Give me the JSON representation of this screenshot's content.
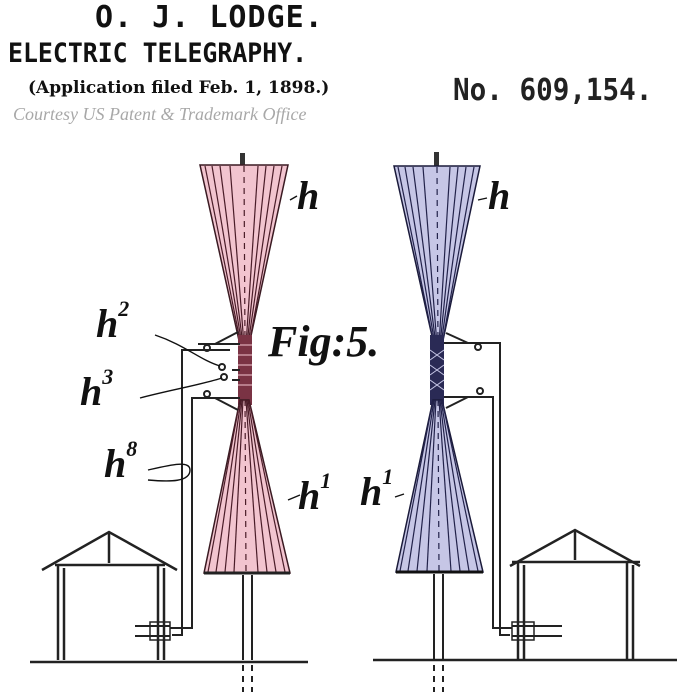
{
  "header": {
    "inventor": "O. J. LODGE.",
    "title": "ELECTRIC TELEGRAPHY.",
    "filed": "(Application filed Feb. 1, 1898.)",
    "courtesy": "Courtesy US Patent & Trademark Office",
    "patent_number": "No. 609,154."
  },
  "figure": {
    "label": "Fig:5.",
    "left_station": {
      "cone_color": "#f2c4cf",
      "labels": {
        "h_top": "h",
        "h2": "h",
        "h2_sup": "2",
        "h3": "h",
        "h3_sup": "3",
        "h8": "h",
        "h8_sup": "8",
        "h1": "h",
        "h1_sup": "1"
      }
    },
    "right_station": {
      "cone_color": "#c6c6e6",
      "labels": {
        "h_top": "h",
        "h1": "h",
        "h1_sup": "1"
      }
    }
  }
}
